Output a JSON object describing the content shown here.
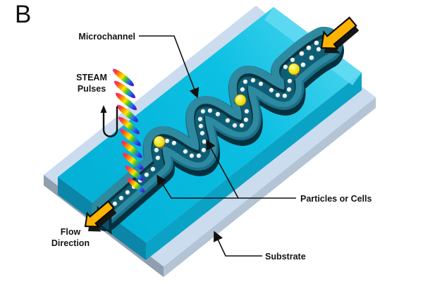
{
  "panel": {
    "label": "B"
  },
  "labels": {
    "microchannel": "Microchannel",
    "steam_line1": "STEAM",
    "steam_line2": "Pulses",
    "flow_line1": "Flow",
    "flow_line2": "Direction",
    "particles_or_cells": "Particles or Cells",
    "substrate": "Substrate"
  },
  "icons": {
    "inlet_arrow": "flow-arrow",
    "outlet_arrow": "flow-arrow",
    "steam_pulse": "rainbow-laser-pulse",
    "scan_loop": "u-turn-arrow",
    "leader_arrowhead": "arrowhead"
  },
  "colors": {
    "background": "#ffffff",
    "chip_top": "#0cc0e3",
    "chip_edge_highlight": "#66dcf2",
    "chip_side_right": "#0aa3c6",
    "chip_side_left": "#0b86a8",
    "substrate_top": "#cbdcef",
    "substrate_side_left": "#8f9fae",
    "substrate_side_right": "#b3c4d4",
    "channel_wall": "#19708a",
    "channel_wall_light": "#2e8aa0",
    "channel_wall_shadow": "#05313e",
    "channel_floor": "#0d5e74",
    "flow_arrow_fill": "#ffb300",
    "particle_white": "#ffffff",
    "particle_highlight": "#f2e41c",
    "annotation_line": "#111111",
    "pulse_spectrum": [
      "#ff1fa0",
      "#ff3b30",
      "#ff9500",
      "#ffe800",
      "#4fc421",
      "#1f78e8",
      "#2b2bd0",
      "#8a18c9"
    ]
  },
  "counts": {
    "steam_pulses": 10,
    "highlighted_particles": 3
  }
}
